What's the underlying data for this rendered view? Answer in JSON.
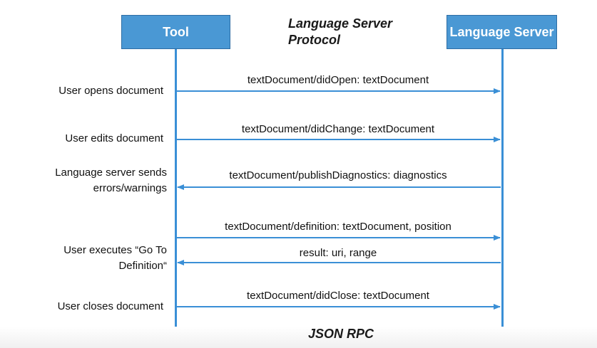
{
  "title_line1": "Language Server",
  "title_line2": "Protocol",
  "footer_title": "JSON RPC",
  "actors": {
    "tool": "Tool",
    "server": "Language Server"
  },
  "events": [
    {
      "label": "User opens document"
    },
    {
      "label": "User edits document"
    },
    {
      "label": "Language server sends errors/warnings"
    },
    {
      "label": "User executes “Go To Definition“"
    },
    {
      "label": "User closes document"
    }
  ],
  "messages": [
    {
      "label": "textDocument/didOpen: textDocument",
      "direction": "tool-to-server"
    },
    {
      "label": "textDocument/didChange: textDocument",
      "direction": "tool-to-server"
    },
    {
      "label": "textDocument/publishDiagnostics: diagnostics",
      "direction": "server-to-tool"
    },
    {
      "label": "textDocument/definition: textDocument, position",
      "direction": "tool-to-server"
    },
    {
      "label": "result: uri, range",
      "direction": "server-to-tool"
    },
    {
      "label": "textDocument/didClose: textDocument",
      "direction": "tool-to-server"
    }
  ],
  "colors": {
    "actor_fill": "#4a98d4",
    "line": "#3a8fd6"
  }
}
